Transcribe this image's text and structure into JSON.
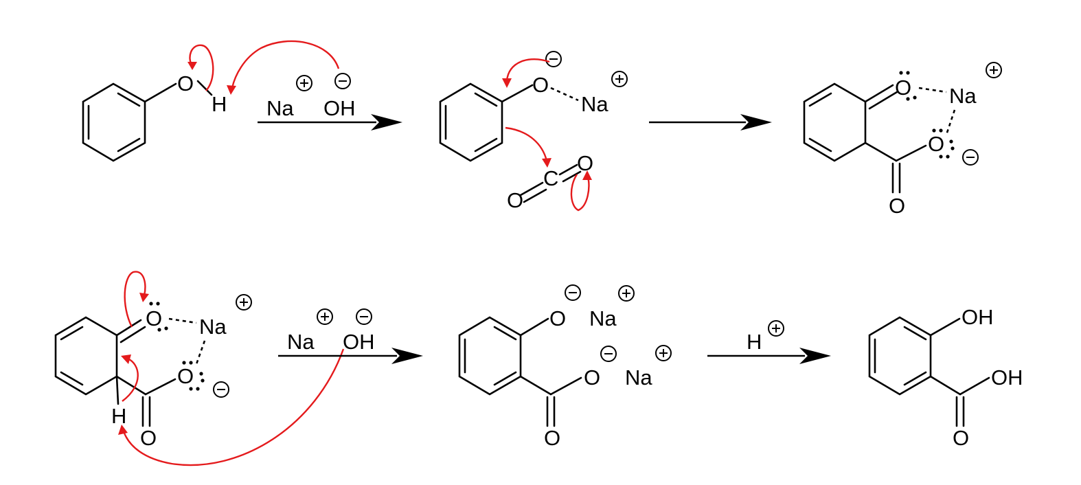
{
  "colors": {
    "bond": "#000000",
    "electron_arrow": "#e41a1c",
    "background": "#ffffff"
  },
  "structures": {
    "phenol": {
      "o": "O",
      "h": "H"
    },
    "phenoxide": {
      "o": "O",
      "na": "Na",
      "co2_o1": "O",
      "co2_c": "C",
      "co2_o2": "O"
    },
    "intermediate": {
      "o1": "O",
      "na": "Na",
      "o2": "O",
      "o3": "O"
    },
    "intermediate2": {
      "o1": "O",
      "na": "Na",
      "o2": "O",
      "o3": "O",
      "h": "H"
    },
    "disodium_salicylate": {
      "o1": "O",
      "na1": "Na",
      "o2": "O",
      "na2": "Na",
      "o3": "O"
    },
    "salicylic_acid": {
      "oh1": "OH",
      "oh2": "OH",
      "o": "O"
    }
  },
  "reagents": {
    "step1": {
      "cation": "Na",
      "anion": "OH"
    },
    "step4": {
      "cation": "Na",
      "anion": "OH"
    },
    "step5": {
      "acid": "H"
    }
  }
}
